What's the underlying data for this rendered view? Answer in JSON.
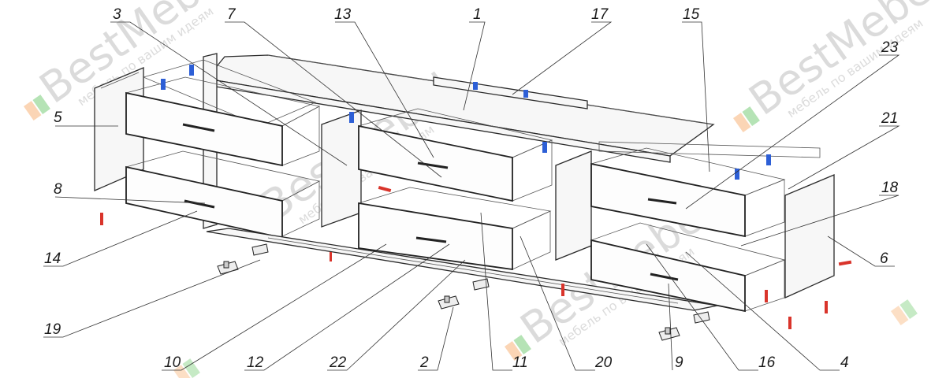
{
  "watermark": {
    "brand": "BestMebel",
    "slogan": "мебель по вашим идеям"
  },
  "callouts": [
    {
      "id": "c1",
      "label": "1"
    },
    {
      "id": "c2",
      "label": "2"
    },
    {
      "id": "c3",
      "label": "3"
    },
    {
      "id": "c4",
      "label": "4"
    },
    {
      "id": "c5",
      "label": "5"
    },
    {
      "id": "c6",
      "label": "6"
    },
    {
      "id": "c7",
      "label": "7"
    },
    {
      "id": "c8",
      "label": "8"
    },
    {
      "id": "c9",
      "label": "9"
    },
    {
      "id": "c10",
      "label": "10"
    },
    {
      "id": "c11",
      "label": "11"
    },
    {
      "id": "c12",
      "label": "12"
    },
    {
      "id": "c13",
      "label": "13"
    },
    {
      "id": "c14",
      "label": "14"
    },
    {
      "id": "c15",
      "label": "15"
    },
    {
      "id": "c16",
      "label": "16"
    },
    {
      "id": "c17",
      "label": "17"
    },
    {
      "id": "c18",
      "label": "18"
    },
    {
      "id": "c19",
      "label": "19"
    },
    {
      "id": "c20",
      "label": "20"
    },
    {
      "id": "c21",
      "label": "21"
    },
    {
      "id": "c22",
      "label": "22"
    },
    {
      "id": "c23",
      "label": "23"
    }
  ],
  "colors": {
    "line": "#2a2a2a",
    "screw": "#d9342b",
    "bracket": "#2d5fd6",
    "logo_orange": "#f6a25a",
    "logo_green": "#5cc25a"
  }
}
